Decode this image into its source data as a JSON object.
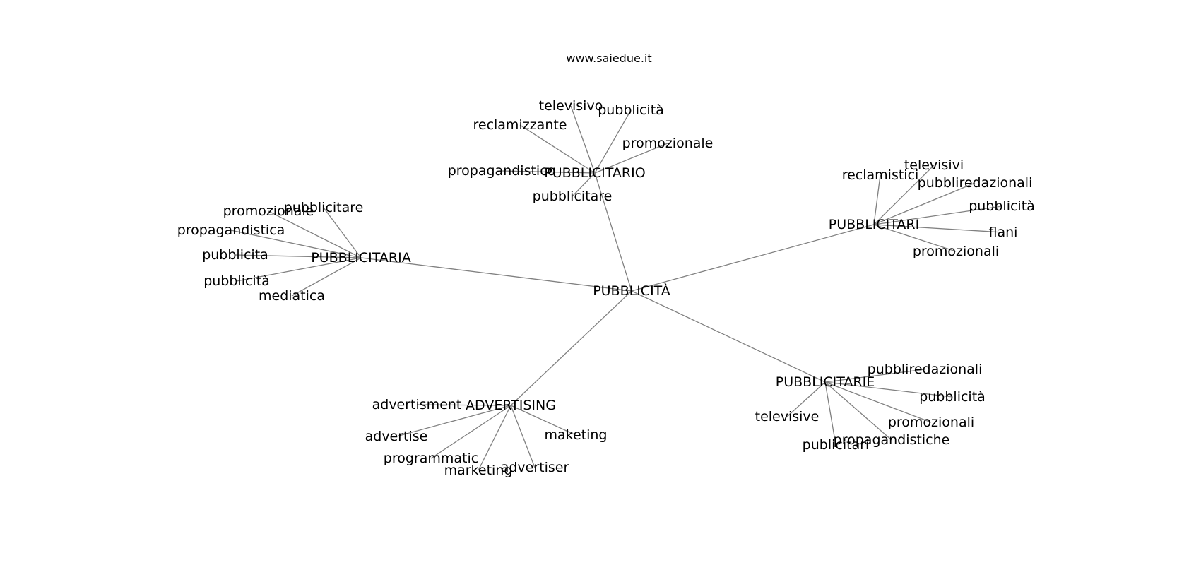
{
  "watermark": "www.saiedue.it",
  "graph": {
    "center": "PUBBLICITÀ",
    "clusters": [
      {
        "hub": "PUBBLICITARIO",
        "leaves": [
          "televisivo",
          "pubblicità",
          "reclamizzante",
          "promozionale",
          "propagandistico",
          "pubblicitare"
        ]
      },
      {
        "hub": "PUBBLICITARIA",
        "leaves": [
          "promozionale",
          "pubblicitare",
          "propagandistica",
          "pubblicita",
          "pubblicità",
          "mediatica"
        ]
      },
      {
        "hub": "PUBBLICITARI",
        "leaves": [
          "reclamistici",
          "televisivi",
          "pubbliredazionali",
          "pubblicità",
          "flani",
          "promozionali"
        ]
      },
      {
        "hub": "ADVERTISING",
        "leaves": [
          "advertisment",
          "advertise",
          "maketing",
          "programmatic",
          "marketing",
          "advertiser"
        ]
      },
      {
        "hub": "PUBBLICITARIE",
        "leaves": [
          "pubbliredazionali",
          "pubblicità",
          "televisive",
          "promozionali",
          "propagandistiche",
          "publicitari"
        ]
      }
    ]
  }
}
